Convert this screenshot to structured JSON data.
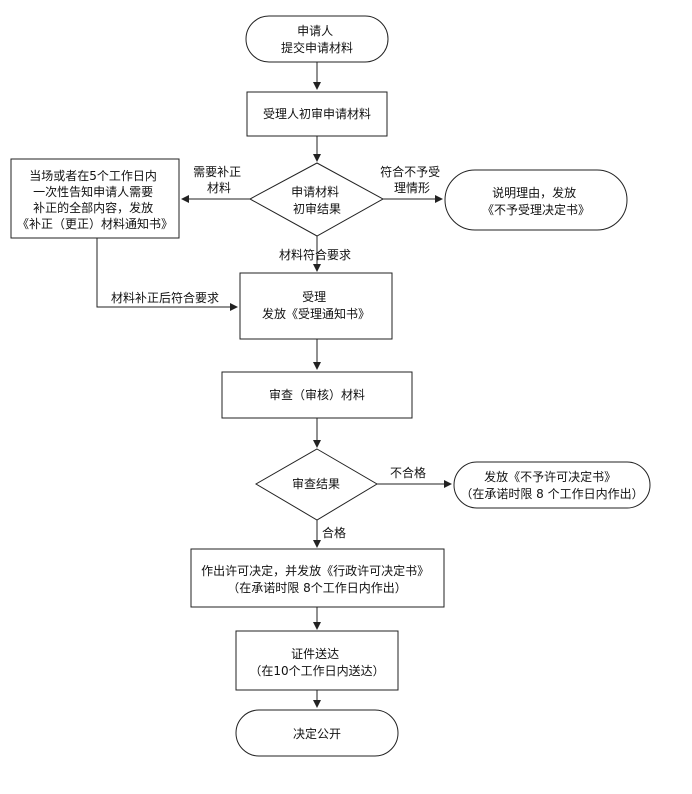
{
  "nodes": {
    "applicant": {
      "lines": [
        "申请人",
        "提交申请材料"
      ]
    },
    "initial_review": {
      "lines": [
        "受理人初审申请材料"
      ]
    },
    "initial_result": {
      "lines": [
        "申请材料",
        "初审结果"
      ]
    },
    "correction_notice": {
      "lines": [
        "当场或者在5个工作日内",
        "一次性告知申请人需要",
        "补正的全部内容，发放",
        "《补正（更正）材料通知书》"
      ]
    },
    "reject_acceptance": {
      "lines": [
        "说明理由，发放",
        "《不予受理决定书》"
      ]
    },
    "acceptance": {
      "lines": [
        "受理",
        "发放《受理通知书》"
      ]
    },
    "examination": {
      "lines": [
        "审查（审核）材料"
      ]
    },
    "exam_result": {
      "lines": [
        "审查结果"
      ]
    },
    "denial": {
      "lines": [
        "发放《不予许可决定书》",
        "（在承诺时限 8 个工作日内作出）"
      ]
    },
    "decision": {
      "lines": [
        "作出许可决定，并发放《行政许可决定书》",
        "（在承诺时限  8个工作日内作出）"
      ]
    },
    "delivery": {
      "lines": [
        "证件送达",
        "（在10个工作日内送达）"
      ]
    },
    "public": {
      "lines": [
        "决定公开"
      ]
    }
  },
  "edges": {
    "need_correction": {
      "lines": [
        "需要补正",
        "材料"
      ]
    },
    "not_acceptable": {
      "lines": [
        "符合不予受",
        "理情形"
      ]
    },
    "meets_requirements": {
      "lines": [
        "材料符合要求"
      ]
    },
    "corrected_meets": {
      "lines": [
        "材料补正后符合要求"
      ]
    },
    "unqualified": {
      "lines": [
        "不合格"
      ]
    },
    "qualified": {
      "lines": [
        "合格"
      ]
    }
  }
}
